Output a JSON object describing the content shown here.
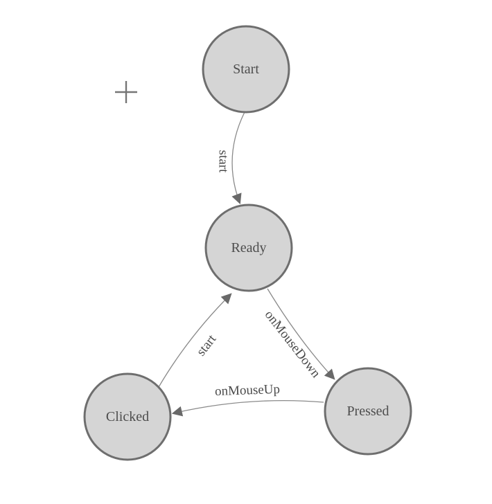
{
  "diagram": {
    "type": "state-machine",
    "nodes": [
      {
        "id": "start",
        "label": "Start"
      },
      {
        "id": "ready",
        "label": "Ready"
      },
      {
        "id": "clicked",
        "label": "Clicked"
      },
      {
        "id": "pressed",
        "label": "Pressed"
      }
    ],
    "edges": [
      {
        "id": "start-to-ready",
        "label": "start",
        "from": "Start",
        "to": "Ready"
      },
      {
        "id": "ready-to-pressed",
        "label": "onMouseDown",
        "from": "Ready",
        "to": "Pressed"
      },
      {
        "id": "pressed-to-clicked",
        "label": "onMouseUp",
        "from": "Pressed",
        "to": "Clicked"
      },
      {
        "id": "clicked-to-ready",
        "label": "start",
        "from": "Clicked",
        "to": "Ready"
      }
    ],
    "icons": {
      "crosshair": "plus-crosshair"
    },
    "colors": {
      "background": "#ffffff",
      "node_fill": "#d5d5d5",
      "node_stroke": "#6e6e6e",
      "node_text": "#4d4d4d",
      "edge_line": "#8a8a8a",
      "arrowhead": "#696969",
      "edge_label_text": "#4a4a4a",
      "crosshair": "#757575"
    }
  }
}
